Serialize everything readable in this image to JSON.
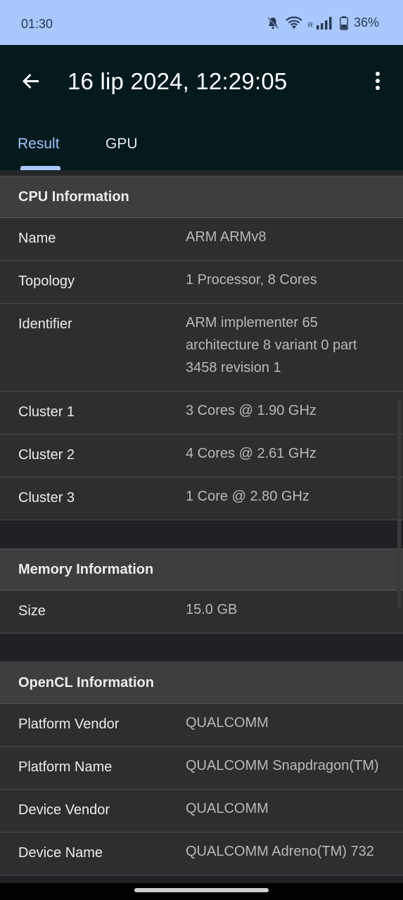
{
  "status_bar": {
    "time": "01:30",
    "battery": "36%",
    "signal_roaming": "R",
    "icons": [
      "mute-icon",
      "wifi-icon",
      "signal-icon",
      "battery-icon"
    ]
  },
  "app_bar": {
    "title": "16 lip 2024, 12:29:05",
    "back_icon": "arrow-left-icon",
    "menu_icon": "more-vert-icon"
  },
  "tabs": [
    {
      "label": "Result",
      "active": true
    },
    {
      "label": "GPU",
      "active": false
    }
  ],
  "sections": {
    "cpu": {
      "title": "CPU Information",
      "rows": [
        {
          "key": "Name",
          "value": "ARM ARMv8"
        },
        {
          "key": "Topology",
          "value": "1 Processor, 8 Cores"
        },
        {
          "key": "Identifier",
          "value": "ARM implementer 65 architecture 8 variant 0 part 3458 revision 1"
        },
        {
          "key": "Cluster 1",
          "value": "3 Cores @ 1.90 GHz"
        },
        {
          "key": "Cluster 2",
          "value": "4 Cores @ 2.61 GHz"
        },
        {
          "key": "Cluster 3",
          "value": "1 Core @ 2.80 GHz"
        }
      ]
    },
    "memory": {
      "title": "Memory Information",
      "rows": [
        {
          "key": "Size",
          "value": "15.0 GB"
        }
      ]
    },
    "opencl": {
      "title": "OpenCL Information",
      "rows": [
        {
          "key": "Platform Vendor",
          "value": "QUALCOMM"
        },
        {
          "key": "Platform Name",
          "value": "QUALCOMM Snapdragon(TM)"
        },
        {
          "key": "Device Vendor",
          "value": "QUALCOMM"
        },
        {
          "key": "Device Name",
          "value": "QUALCOMM Adreno(TM) 732"
        }
      ]
    }
  },
  "colors": {
    "status_bar": "#a8c8ff",
    "app_bar": "#031a1d",
    "accent": "#9fc3ff",
    "section_header": "#3e3e3e",
    "row_bg": "#2e2e2e"
  }
}
